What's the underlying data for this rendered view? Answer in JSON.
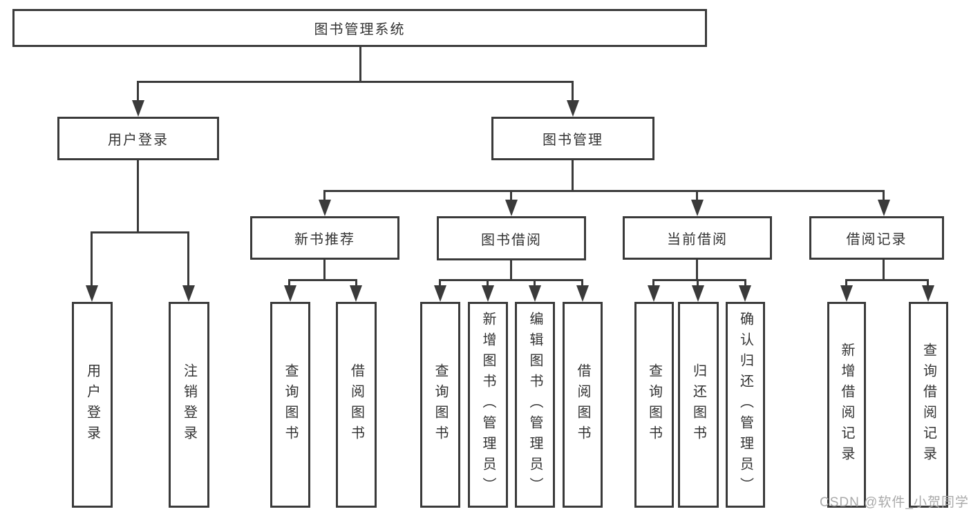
{
  "diagram": {
    "type": "tree",
    "root": {
      "label": "图书管理系统",
      "children": [
        {
          "label": "用户登录",
          "children": [
            {
              "label": "用户登录"
            },
            {
              "label": "注销登录"
            }
          ]
        },
        {
          "label": "图书管理",
          "children": [
            {
              "label": "新书推荐",
              "children": [
                {
                  "label": "查询图书"
                },
                {
                  "label": "借阅图书"
                }
              ]
            },
            {
              "label": "图书借阅",
              "children": [
                {
                  "label": "查询图书"
                },
                {
                  "label": "新增图书（管理员）"
                },
                {
                  "label": "编辑图书（管理员）"
                },
                {
                  "label": "借阅图书"
                }
              ]
            },
            {
              "label": "当前借阅",
              "children": [
                {
                  "label": "查询图书"
                },
                {
                  "label": "归还图书"
                },
                {
                  "label": "确认归还（管理员）"
                }
              ]
            },
            {
              "label": "借阅记录",
              "children": [
                {
                  "label": "新增借阅记录"
                },
                {
                  "label": "查询借阅记录"
                }
              ]
            }
          ]
        }
      ]
    }
  },
  "watermark": "CSDN @软件_小贺同学",
  "colors": {
    "line": "#3a3a3a",
    "text": "#333333",
    "watermark": "#a9a9a9",
    "background": "#ffffff"
  }
}
